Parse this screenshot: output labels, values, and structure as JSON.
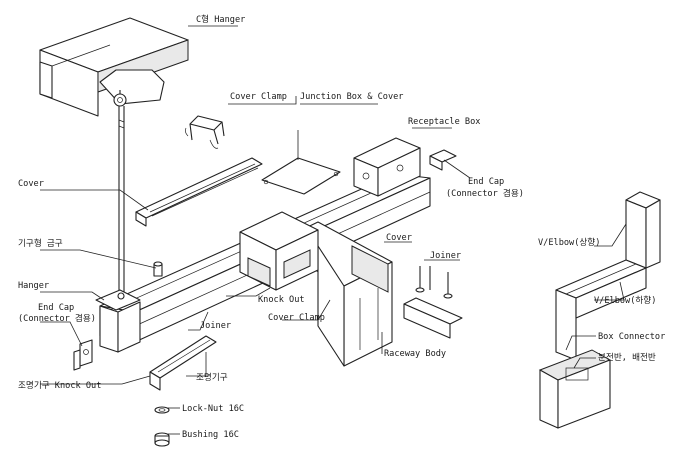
{
  "labels": {
    "c_hanger": "C형 Hanger",
    "cover_clamp_top": "Cover Clamp",
    "junction_box": "Junction Box & Cover",
    "receptacle_box": "Receptacle Box",
    "end_cap_right_1": "End Cap",
    "end_cap_right_2": "(Connector 겸용)",
    "cover_left": "Cover",
    "fixture_bracket": "기구형 금구",
    "hanger": "Hanger",
    "end_cap_left_1": "End Cap",
    "end_cap_left_2": "(Connector 겸용)",
    "knock_out": "Knock Out",
    "cover_right": "Cover",
    "joiner_right": "Joiner",
    "joiner_center": "Joiner",
    "cover_clamp_bottom": "Cover Clamp",
    "raceway_body": "Raceway Body",
    "lighting_knock_out": "조명기구 Knock Out",
    "lighting_fixture": "조명기구",
    "lock_nut": "Lock-Nut 16C",
    "bushing": "Bushing 16C",
    "v_elbow_up": "V/Elbow(상향)",
    "v_elbow_down": "V/Elbow(하향)",
    "box_connector": "Box Connector",
    "distribution_panel": "분전반, 배전반"
  },
  "colors": {
    "ink": "#222222",
    "paper": "#ffffff"
  }
}
